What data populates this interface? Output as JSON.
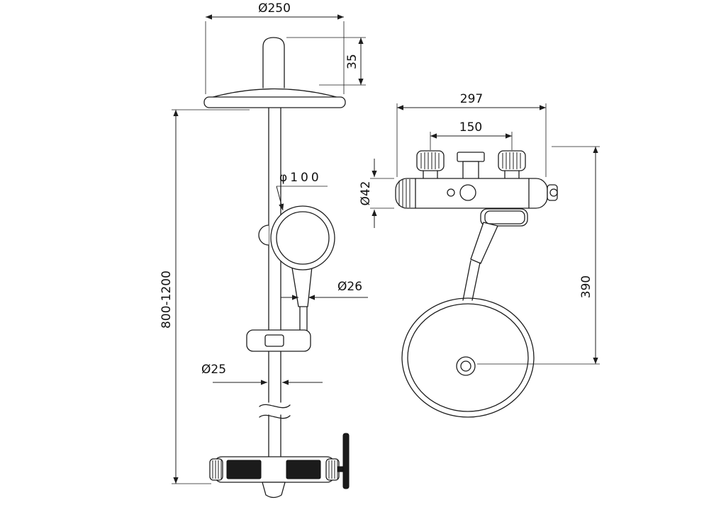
{
  "meta": {
    "background": "#ffffff",
    "line_color": "#1d1d1d"
  },
  "front_view": {
    "head_diameter": "Ø250",
    "head_offset": "35",
    "hand_shower_diameter": "φ100",
    "hose_diameter": "Ø26",
    "pipe_diameter": "Ø25",
    "height_range": "800-1200"
  },
  "side_view": {
    "overall_width": "297",
    "handle_spacing": "150",
    "body_diameter": "Ø42",
    "hose_drop": "390"
  }
}
